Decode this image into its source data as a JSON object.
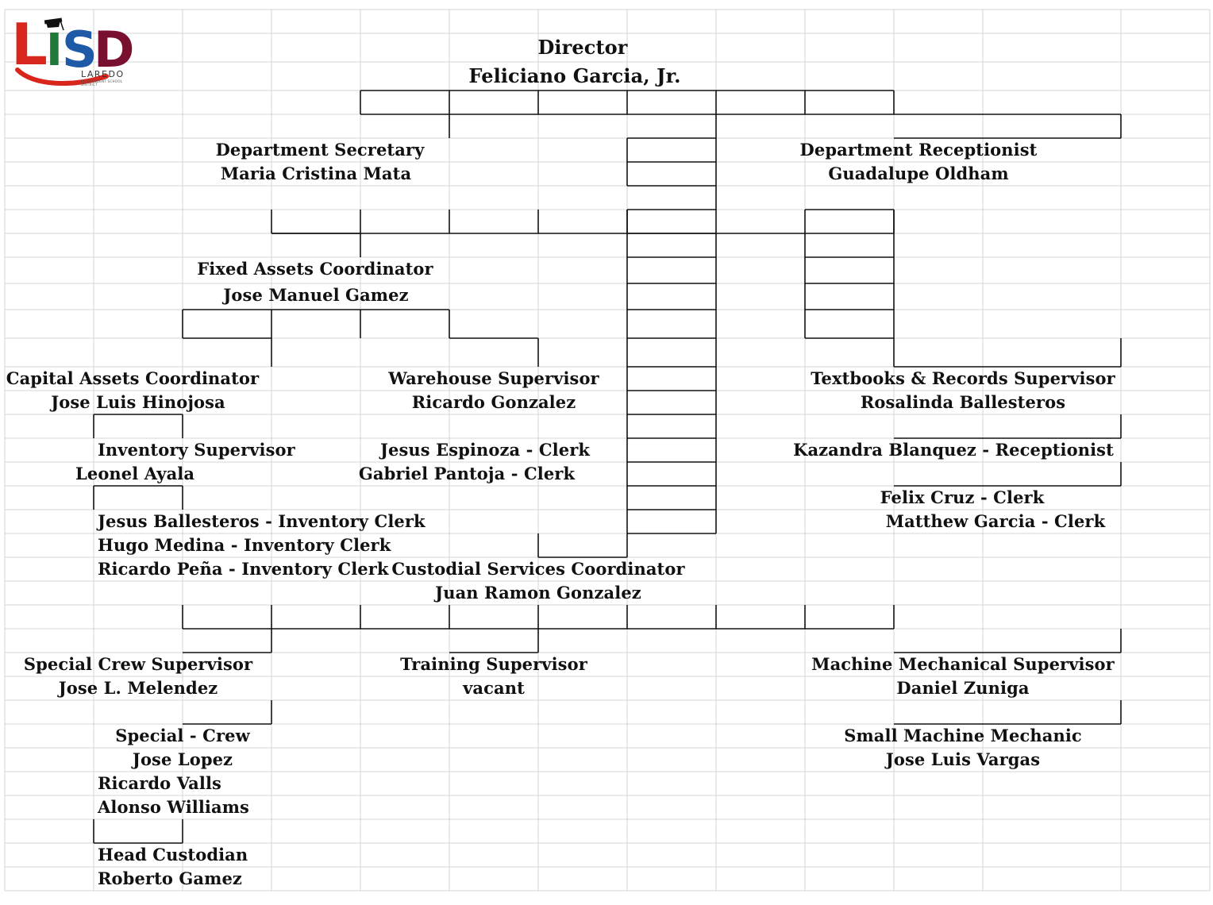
{
  "logo": {
    "letters": [
      "L",
      "I",
      "S",
      "D"
    ],
    "wordmark": "LAREDO",
    "tagline": "INDEPENDENT SCHOOL DISTRICT",
    "colors": {
      "red": "#d9261c",
      "green": "#1f7a3a",
      "blue": "#1e5aa8",
      "maroon": "#7a1030"
    }
  },
  "colors": {
    "grid": "#d4d4d4",
    "connector": "#111111",
    "text": "#111111"
  },
  "org": {
    "director": {
      "title": "Director",
      "name": "Feliciano Garcia, Jr."
    },
    "dept_secretary": {
      "title": "Department Secretary",
      "name": "Maria Cristina Mata"
    },
    "dept_receptionist": {
      "title": "Department Receptionist",
      "name": "Guadalupe Oldham"
    },
    "fixed_assets": {
      "title": "Fixed Assets Coordinator",
      "name": "Jose Manuel Gamez"
    },
    "capital_assets": {
      "title": "Capital Assets Coordinator",
      "name": "Jose Luis Hinojosa"
    },
    "warehouse": {
      "title": "Warehouse Supervisor",
      "name": "Ricardo Gonzalez"
    },
    "textbooks": {
      "title": "Textbooks & Records Supervisor",
      "name": "Rosalinda Ballesteros"
    },
    "inventory": {
      "title": "Inventory Supervisor",
      "name": "Leonel Ayala"
    },
    "warehouse_staff": [
      "Jesus Espinoza - Clerk",
      "Gabriel Pantoja - Clerk"
    ],
    "textbooks_receptionist": "Kazandra Blanquez - Receptionist",
    "textbooks_clerks": [
      "Felix Cruz - Clerk",
      "Matthew Garcia - Clerk"
    ],
    "inventory_clerks": [
      "Jesus Ballesteros - Inventory Clerk",
      "Hugo Medina - Inventory Clerk",
      "Ricardo Peña - Inventory Clerk"
    ],
    "custodial": {
      "title": "Custodial Services Coordinator",
      "name": "Juan Ramon Gonzalez"
    },
    "special_crew": {
      "title": "Special Crew Supervisor",
      "name": "Jose L. Melendez"
    },
    "training": {
      "title": "Training Supervisor",
      "name": "vacant"
    },
    "machine": {
      "title": "Machine Mechanical Supervisor",
      "name": "Daniel Zuniga"
    },
    "special_crew_team": [
      "Special - Crew",
      "Jose Lopez",
      "Ricardo Valls",
      "Alonso Williams"
    ],
    "small_machine": {
      "title": "Small Machine Mechanic",
      "name": "Jose Luis Vargas"
    },
    "head_custodian": {
      "title": "Head Custodian",
      "name": "Roberto Gamez"
    }
  }
}
